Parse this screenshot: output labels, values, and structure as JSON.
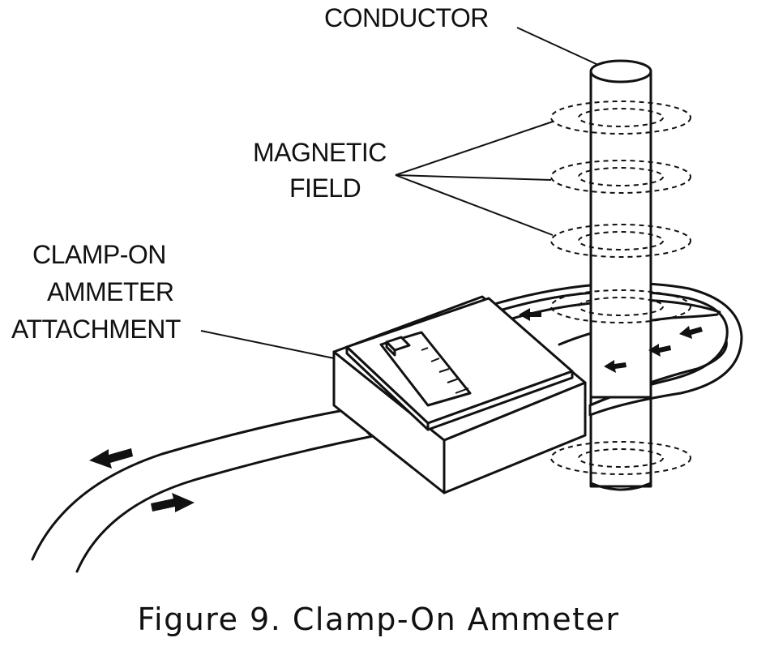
{
  "labels": {
    "conductor": "CONDUCTOR",
    "magnetic_field": [
      "MAGNETIC",
      "FIELD"
    ],
    "clamp_on": [
      "CLAMP-ON",
      "AMMETER",
      "ATTACHMENT"
    ]
  },
  "caption": "Figure 9. Clamp-On Ammeter",
  "colors": {
    "ink": "#111111",
    "background": "#ffffff"
  }
}
